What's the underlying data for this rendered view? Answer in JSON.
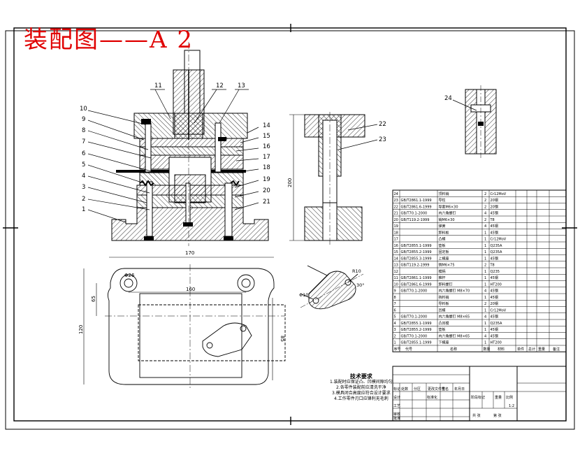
{
  "title": "装配图——A 2",
  "callouts_left": [
    "10",
    "9",
    "8",
    "7",
    "6",
    "5",
    "4",
    "3",
    "2",
    "1"
  ],
  "callouts_top": [
    "11",
    "12",
    "13"
  ],
  "callouts_right": [
    "14",
    "15",
    "16",
    "17",
    "18",
    "19",
    "20",
    "21"
  ],
  "guide_callouts": [
    "22",
    "23"
  ],
  "detail_callout": "24",
  "dims": {
    "guide_height": "200",
    "plan_width": "170",
    "plan_inner_width": "160",
    "plan_height": "120",
    "plan_inner_height": "65",
    "plan_right_height": "85",
    "hole_dia": "Φ26",
    "part_radius": "R10",
    "part_angle": "30°",
    "part_dia": "Φ10"
  },
  "notes": {
    "title": "技术要求",
    "lines": [
      "1.装配时应保证凸、凹模间隙均匀",
      "2.各零件装配前应清洗干净",
      "3.模具闭合高度应符合设计要求",
      "4.工作零件刃口应锋利无毛刺"
    ]
  },
  "bom": {
    "rows": [
      {
        "no": "24",
        "code": "",
        "name": "顶料销",
        "qty": "2",
        "mat": "Cr12MoV"
      },
      {
        "no": "23",
        "code": "GB/T2861.1-1999",
        "name": "导柱",
        "qty": "2",
        "mat": "20钢"
      },
      {
        "no": "22",
        "code": "GB/T2861.6-1999",
        "name": "导套M6×30",
        "qty": "2",
        "mat": "20钢"
      },
      {
        "no": "21",
        "code": "GB/T70.1-2000",
        "name": "内六角螺钉",
        "qty": "4",
        "mat": "45钢"
      },
      {
        "no": "20",
        "code": "GB/T119.2-1999",
        "name": "销M6×30",
        "qty": "2",
        "mat": "T8"
      },
      {
        "no": "19",
        "code": "",
        "name": "弹簧",
        "qty": "4",
        "mat": "45钢"
      },
      {
        "no": "18",
        "code": "",
        "name": "卸料板",
        "qty": "1",
        "mat": "45钢"
      },
      {
        "no": "17",
        "code": "",
        "name": "凸模",
        "qty": "1",
        "mat": "Cr12MoV"
      },
      {
        "no": "16",
        "code": "GB/T2855.1-1999",
        "name": "垫板",
        "qty": "1",
        "mat": "Q235A"
      },
      {
        "no": "15",
        "code": "GB/T2855.2-1999",
        "name": "固定板",
        "qty": "1",
        "mat": "Q235A"
      },
      {
        "no": "14",
        "code": "GB/T2855.3-1999",
        "name": "上模座",
        "qty": "1",
        "mat": "45钢"
      },
      {
        "no": "13",
        "code": "GB/T119.2-1999",
        "name": "销M6×75",
        "qty": "2",
        "mat": "T8"
      },
      {
        "no": "12",
        "code": "",
        "name": "模柄",
        "qty": "1",
        "mat": "Q235"
      },
      {
        "no": "11",
        "code": "GB/T2861.1-1999",
        "name": "推杆",
        "qty": "1",
        "mat": "45钢"
      },
      {
        "no": "10",
        "code": "GB/T2861.6-1999",
        "name": "卸料螺钉",
        "qty": "1",
        "mat": "HT200"
      },
      {
        "no": "9",
        "code": "GB/T70.1-2000",
        "name": "内六角螺钉 M8×70",
        "qty": "4",
        "mat": "45钢"
      },
      {
        "no": "8",
        "code": "",
        "name": "挡料销",
        "qty": "1",
        "mat": "45钢"
      },
      {
        "no": "7",
        "code": "",
        "name": "导料板",
        "qty": "2",
        "mat": "20钢"
      },
      {
        "no": "6",
        "code": "",
        "name": "凹模",
        "qty": "1",
        "mat": "Cr12MoV"
      },
      {
        "no": "5",
        "code": "GB/T70.1-2000",
        "name": "内六角螺钉 M8×65",
        "qty": "4",
        "mat": "45钢"
      },
      {
        "no": "4",
        "code": "GB/T2855.1-1999",
        "name": "凸凹模",
        "qty": "1",
        "mat": "Q235A"
      },
      {
        "no": "3",
        "code": "GB/T2855.2-1999",
        "name": "垫板",
        "qty": "1",
        "mat": "45钢"
      },
      {
        "no": "2",
        "code": "GB/T70.1-2000",
        "name": "内六角螺钉 M8×65",
        "qty": "4",
        "mat": "45钢"
      },
      {
        "no": "1",
        "code": "GB/T2855.1-1999",
        "name": "下模座",
        "qty": "1",
        "mat": "HT200"
      }
    ],
    "header": [
      "序号",
      "代号",
      "名称",
      "数量",
      "材料",
      "单件",
      "总计",
      "重量",
      "备注"
    ]
  },
  "titleblock": {
    "cells": [
      "标记",
      "处数",
      "分区",
      "更改文件号",
      "签名",
      "年月日",
      "设计",
      "标准化",
      "阶段标记",
      "重量",
      "比例",
      "审核",
      "工艺",
      "批准",
      "共 张",
      "第 张",
      "1:2"
    ]
  }
}
